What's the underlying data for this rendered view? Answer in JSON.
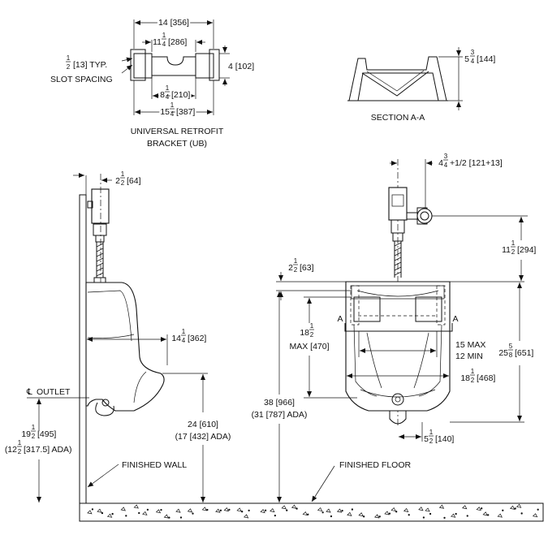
{
  "bracket": {
    "dim_overall_top": "14 [356]",
    "dim_inner_whole": "11",
    "dim_inner_frac_num": "1",
    "dim_inner_frac_den": "4",
    "dim_inner_rest": "[286]",
    "dim_slot_frac_num": "1",
    "dim_slot_frac_den": "2",
    "dim_slot_rest": "[13] TYP.",
    "dim_slot_line2": "SLOT SPACING",
    "dim_height": "4 [102]",
    "dim_mid_whole": "8",
    "dim_mid_frac_num": "1",
    "dim_mid_frac_den": "4",
    "dim_mid_rest": "[210]",
    "dim_bottom_whole": "15",
    "dim_bottom_frac_num": "1",
    "dim_bottom_frac_den": "4",
    "dim_bottom_rest": "[387]",
    "title_line1": "UNIVERSAL RETROFIT",
    "title_line2": "BRACKET (UB)"
  },
  "section": {
    "dim_whole": "5",
    "dim_frac_num": "3",
    "dim_frac_den": "4",
    "dim_rest": "[144]",
    "title": "SECTION A-A"
  },
  "side_view": {
    "dim_offset_whole": "2",
    "dim_offset_frac_num": "1",
    "dim_offset_frac_den": "2",
    "dim_offset_rest": "[64]",
    "dim_depth_whole": "14",
    "dim_depth_frac_num": "1",
    "dim_depth_frac_den": "4",
    "dim_depth_rest": "[362]",
    "outlet_symbol": "℄",
    "outlet_label": "OUTLET",
    "dim_outlet_whole": "19",
    "dim_outlet_frac_num": "1",
    "dim_outlet_frac_den": "2",
    "dim_outlet_rest": "[495]",
    "dim_outlet_ada_open": "(12",
    "dim_outlet_ada_frac_num": "1",
    "dim_outlet_ada_frac_den": "2",
    "dim_outlet_ada_rest": "[317.5] ADA)",
    "dim_rim_line1": "24 [610]",
    "dim_rim_line2": "(17 [432] ADA)",
    "label_wall": "FINISHED WALL"
  },
  "front_view": {
    "dim_valve_whole": "4",
    "dim_valve_frac_num": "3",
    "dim_valve_frac_den": "4",
    "dim_valve_rest": "+1/2 [121+13]",
    "dim_spud_whole": "11",
    "dim_spud_frac_num": "1",
    "dim_spud_frac_den": "2",
    "dim_spud_rest": "[294]",
    "dim_top_whole": "2",
    "dim_top_frac_num": "1",
    "dim_top_frac_den": "2",
    "dim_top_rest": "[63]",
    "dim_max_whole": "18",
    "dim_max_frac_num": "1",
    "dim_max_frac_den": "2",
    "dim_max_line2": "MAX [470]",
    "section_mark": "A",
    "dim_span_line1": "15 MAX",
    "dim_span_line2": "12 MIN",
    "dim_width_whole": "18",
    "dim_width_frac_num": "1",
    "dim_width_frac_den": "2",
    "dim_width_rest": "[468]",
    "dim_height_whole": "25",
    "dim_height_frac_num": "5",
    "dim_height_frac_den": "8",
    "dim_height_rest": "[651]",
    "dim_floor_line1": "38 [966]",
    "dim_floor_line2": "(31 [787] ADA)",
    "dim_outlet_whole": "5",
    "dim_outlet_frac_num": "1",
    "dim_outlet_frac_den": "2",
    "dim_outlet_rest": "[140]",
    "label_floor": "FINISHED FLOOR"
  }
}
